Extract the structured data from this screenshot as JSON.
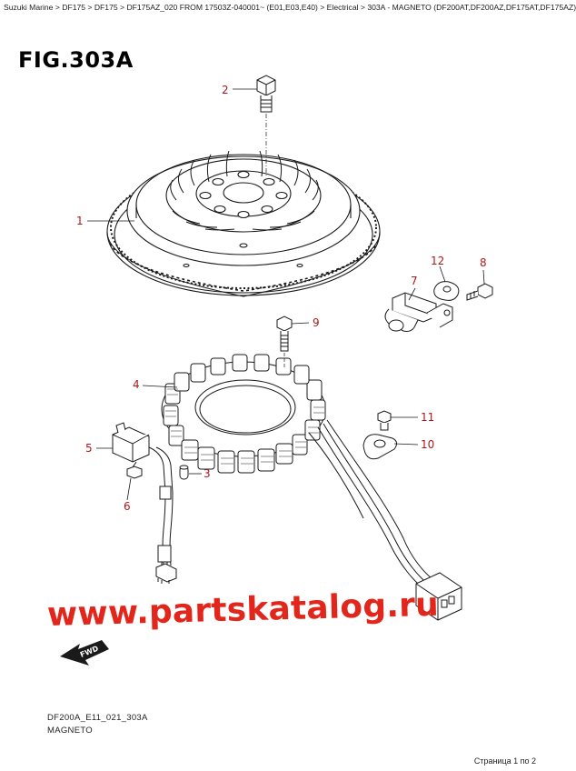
{
  "breadcrumb": [
    "Suzuki Marine",
    "DF175",
    "DF175",
    "DF175AZ_020 FROM 17503Z-040001~ (E01,E03,E40)",
    "Electrical",
    "303A - MAGNETO (DF200AT,DF200AZ,DF175AT,DF175AZ)"
  ],
  "breadcrumb_separator": " > ",
  "figure": {
    "title": "FIG.303A",
    "callouts": [
      "1",
      "2",
      "3",
      "4",
      "5",
      "6",
      "7",
      "8",
      "9",
      "10",
      "11",
      "12"
    ],
    "fwd_label": "FWD"
  },
  "watermark": "www.partskatalog.ru",
  "footer": {
    "code": "DF200A_E11_021_303A",
    "name": "MAGNETO",
    "pager": "Страница 1 по 2"
  },
  "colors": {
    "callout": "#b01818",
    "watermark": "#e2261c",
    "line": "#1a1a1a"
  }
}
